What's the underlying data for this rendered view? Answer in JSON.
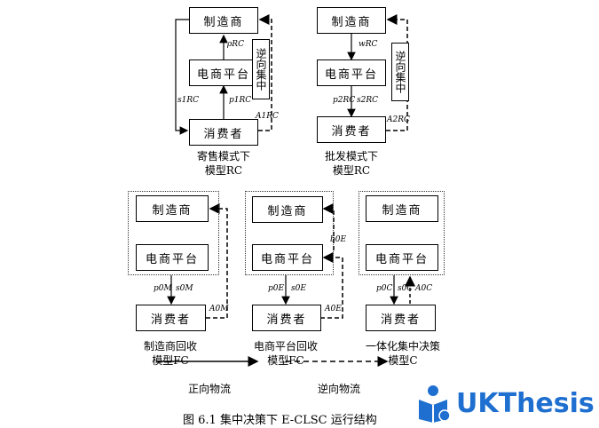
{
  "boxes": {
    "manufacturer": "制造商",
    "platform": "电商平台",
    "consumer": "消费者",
    "reverse_center": "逆向集中"
  },
  "captions": {
    "rc_consign": "寄售模式下\n模型RC",
    "rc_wholesale": "批发模式下\n模型RC",
    "fc_manufacturer": "制造商回收\n模型FC",
    "fc_platform": "电商平台回收\n模型FC",
    "c_integrated": "一体化集中决策\n模型C"
  },
  "legend": {
    "forward": "正向物流",
    "reverse": "逆向物流"
  },
  "figure_caption": "图 6.1  集中决策下 E-CLSC 运行结构",
  "logo": "UKThesis",
  "labels": {
    "rho_rc": "ρRC",
    "s1_rc": "s1RC",
    "p1_rc": "p1RC",
    "a1_rc": "A1RC",
    "w_rc": "wRC",
    "p2_rc": "p2RC",
    "s2_rc": "s2RC",
    "a2_rc": "A2RC",
    "p0_m": "p0M",
    "s0_m": "s0M",
    "a0_m": "A0M",
    "b0_e": "b0E",
    "p0_e": "p0E",
    "s0_e": "s0E",
    "a0_e": "A0E",
    "p0_c": "p0C",
    "s0_c": "s0C",
    "a0_c": "A0C"
  }
}
